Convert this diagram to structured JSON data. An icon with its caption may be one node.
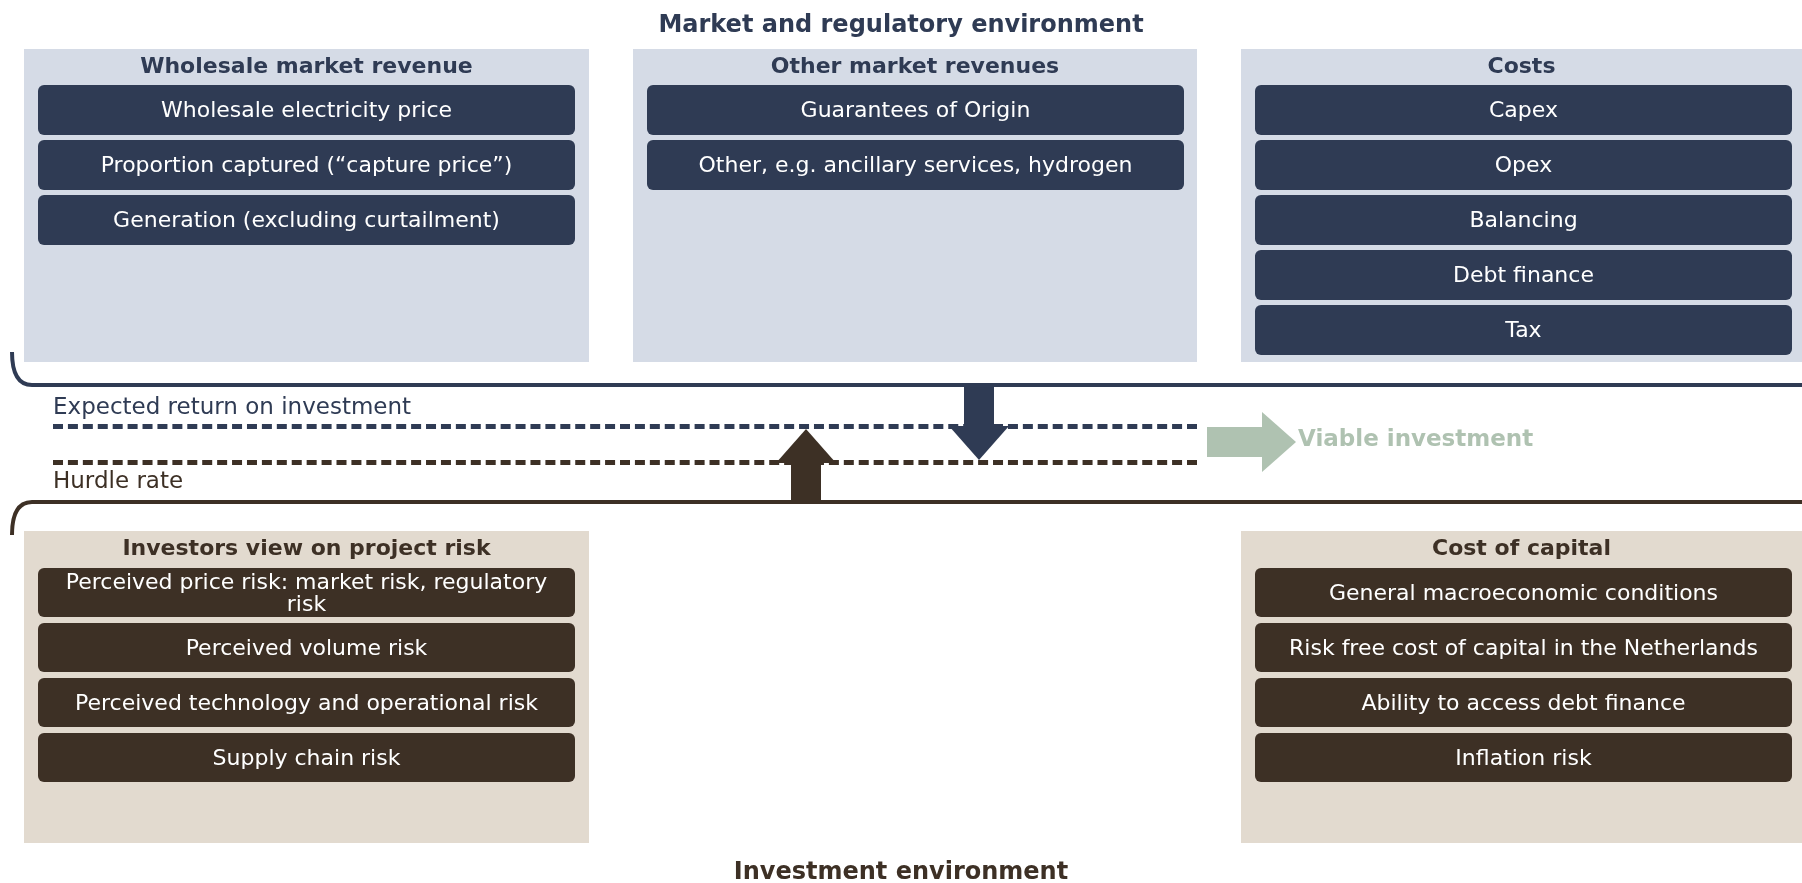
{
  "diagram": {
    "title": "Market and regulatory environment",
    "caption": "Investment environment",
    "nodes": [
      {
        "text": [
          "Wholesale market revenue"
        ]
      },
      {
        "text": [
          "Wholesale electricity price"
        ],
        "in": 0
      },
      {
        "text": [
          "Proportion captured (“capture price”)"
        ],
        "in": 0
      },
      {
        "text": [
          "Generation (excluding curtailment)"
        ],
        "in": 0
      },
      {
        "text": [
          "Other market revenues"
        ]
      },
      {
        "text": [
          "Guarantees of Origin"
        ],
        "in": 4
      },
      {
        "text": [
          "Other, e.g. ancillary services, hydrogen"
        ],
        "in": 4
      },
      {
        "text": [
          "Costs"
        ]
      },
      {
        "text": [
          "Capex"
        ],
        "in": 7
      },
      {
        "text": [
          "Opex"
        ],
        "in": 7
      },
      {
        "text": [
          "Balancing"
        ],
        "in": 7
      },
      {
        "text": [
          "Debt finance"
        ],
        "in": 7
      },
      {
        "text": [
          "Tax"
        ],
        "in": 7
      },
      {
        "text": [
          "Investors view on project risk"
        ]
      },
      {
        "text": [
          "Perceived price risk: market risk, regulatory risk"
        ],
        "in": 13
      },
      {
        "text": [
          "Perceived volume risk"
        ],
        "in": 13
      },
      {
        "text": [
          "Perceived technology and operational risk"
        ],
        "in": 13
      },
      {
        "text": [
          "Supply chain risk"
        ],
        "in": 13
      },
      {
        "text": [
          "Cost of capital"
        ]
      },
      {
        "text": [
          "General macroeconomic conditions"
        ],
        "in": 18
      },
      {
        "text": [
          "Risk free cost of capital in the Netherlands"
        ],
        "in": 18
      },
      {
        "text": [
          "Ability to access debt finance"
        ],
        "in": 18
      },
      {
        "text": [
          "Inflation risk"
        ],
        "in": 18
      },
      {
        "text": [
          "Expected return on investment"
        ]
      },
      {
        "text": [
          "Hurdle rate"
        ]
      },
      {
        "text": [
          "Viable investment"
        ]
      }
    ],
    "edges": [
      {
        "from": 23,
        "to": 24,
        "arrow": "to",
        "color": "#2f3b54"
      },
      {
        "from": 24,
        "to": 23,
        "arrow": "to",
        "color": "#3d3025"
      },
      {
        "from": 23,
        "to": 25,
        "arrow": "to",
        "color": "#afc2b1"
      }
    ]
  }
}
